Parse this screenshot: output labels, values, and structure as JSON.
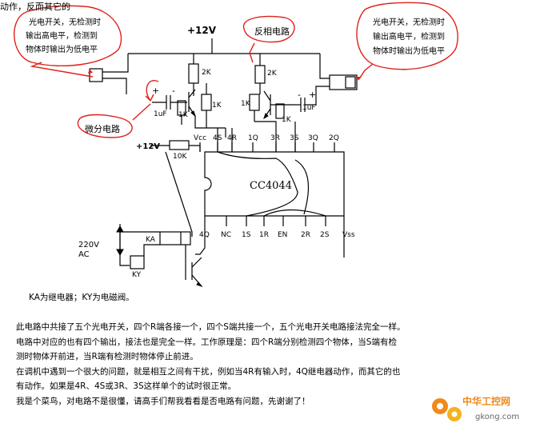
{
  "annotations": {
    "top_left_fragment": "动作，反而其它的",
    "left_bubble": [
      "光电开关，无检测时",
      "输出高电平，检测到",
      "物体时输出为低电平"
    ],
    "right_bubble": [
      "光电开关，无检测时",
      "输出高电平，检测到",
      "物体时输出为低电平"
    ],
    "inverter_label": "反相电路",
    "differentiator_label": "微分电路",
    "legend": "KA为继电器；KY为电磁阀。"
  },
  "circuit": {
    "vcc_top": "+12V",
    "vcc_left": "+12V",
    "r_2k_left": "2K",
    "r_2k_right": "2K",
    "r_1k_left": "1K",
    "r_1k_right": "1K",
    "r_1k_base_left": "1K",
    "r_1k_base_right": "1K",
    "cap_left": "1uF",
    "cap_right": "1uF",
    "plus_left": "+",
    "minus_left": "-",
    "plus_right": "+",
    "minus_right": "-",
    "r_10k": "10K",
    "ic_name": "CC4044",
    "pins_top": [
      "Vcc",
      "4S",
      "4R",
      "1Q",
      "3R",
      "3S",
      "3Q",
      "2Q"
    ],
    "pins_bottom": [
      "4Q",
      "NC",
      "1S",
      "1R",
      "EN",
      "2R",
      "2S",
      "Vss"
    ],
    "relay": "KA",
    "valve": "KY",
    "ac_voltage": "220V",
    "ac_label": "AC"
  },
  "paragraphs": [
    "此电路中共接了五个光电开关，四个R端各接一个，四个S端共接一个，五个光电开关电路接法完全一样。",
    "电路中对应的也有四个输出，接法也是完全一样。工作原理是：四个R端分别检测四个物体，当S端有检",
    "测时物体开前进，当R端有检测时物体停止前进。",
    "在调机中遇到一个很大的问题，就是相互之间有干扰，例如当4R有输入时，4Q继电器动作，而其它的也",
    "有动作。如果是4R、4S或3R、3S这样单个的试时很正常。",
    "我是个菜鸟，对电路不是很懂，请高手们帮我看看是否电路有问题，先谢谢了！"
  ],
  "watermark": {
    "brand": "中华工控网",
    "url": "gkong.com"
  },
  "colors": {
    "ink": "#000000",
    "annotation_red": "#e0201a",
    "watermark_orange": "#f08a1c"
  }
}
